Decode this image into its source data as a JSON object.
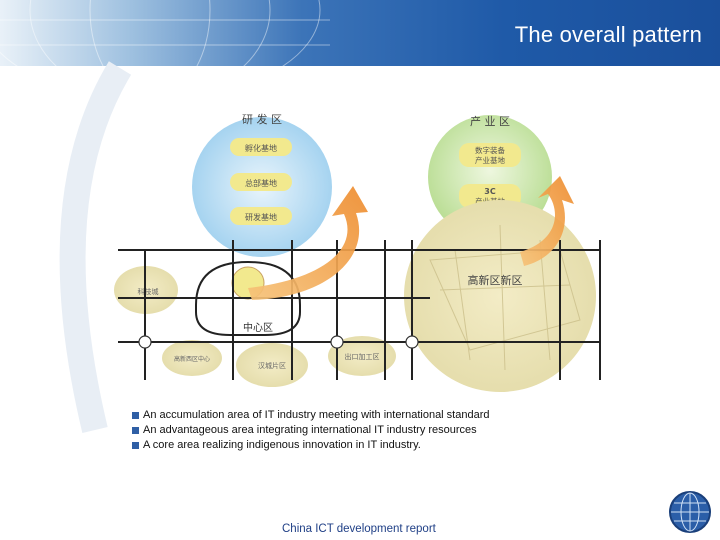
{
  "header": {
    "title": "The overall pattern"
  },
  "diagram": {
    "rd_zone": {
      "heading": "研 发 区",
      "items": [
        "孵化基地",
        "总部基地",
        "研发基地"
      ]
    },
    "industry_zone": {
      "heading": "产 业 区",
      "items": [
        {
          "line1": "数字装备",
          "line2": "产业基地"
        },
        {
          "line1": "3C",
          "line2": "产业基地"
        }
      ]
    },
    "map_labels": {
      "high_tech_zone": "高新区新区",
      "center_zone": "中心区",
      "kejicheng": "科技城",
      "export_zone": "出口加工区",
      "southwest_zone": "汉城片区",
      "west_zone": "高新西区中心"
    }
  },
  "bullets": [
    "An accumulation area of IT industry meeting with international standard",
    "An advantageous area integrating international IT industry resources",
    "A core area realizing indigenous innovation in IT industry."
  ],
  "footer": {
    "text": "China ICT development report"
  },
  "colors": {
    "header_blue": "#1f5aa8",
    "bubble_blue": "#cfe6f6",
    "bubble_green": "#d6ecc0",
    "item_yellow": "#f2e98e",
    "arrow_orange": "#ef9b3d",
    "bullet_blue": "#2f5fa5"
  }
}
